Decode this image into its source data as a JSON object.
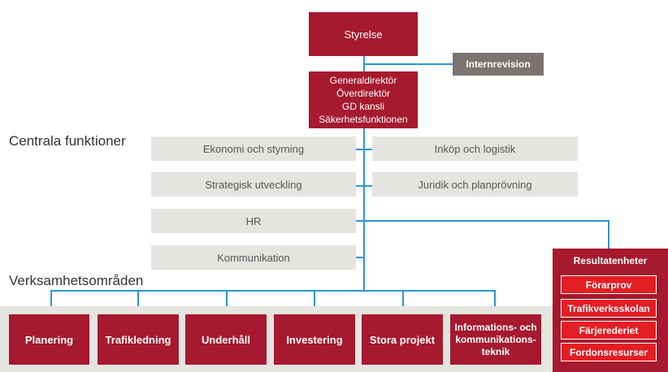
{
  "board": "Styrelse",
  "audit": "Internrevision",
  "director": "Generaldirektör\nÖverdirektör\nGD kansli\nSäkerhetsfunktionen",
  "central_label": "Centrala funktioner",
  "central_left": [
    "Ekonomi och styrning",
    "Strategisk utveckling",
    "HR",
    "Kommunikation"
  ],
  "central_right": [
    "Inköp och logistik",
    "Juridik och planprövning"
  ],
  "operations_label": "Verksamhetsområden",
  "operations": [
    "Planering",
    "Trafikledning",
    "Underhåll",
    "Investering",
    "Stora projekt",
    "Informations- och\nkommunikations-\nteknik"
  ],
  "results_title": "Resultatenheter",
  "results": [
    "Förarprov",
    "Trafikverksskolan",
    "Färjerederiet",
    "Fordonsresurser"
  ],
  "colors": {
    "red": "#a6192e",
    "bright_red": "#e31e24",
    "gray": "#e6e4e1",
    "dark_gray": "#7a736f",
    "line": "#2c96d2"
  }
}
